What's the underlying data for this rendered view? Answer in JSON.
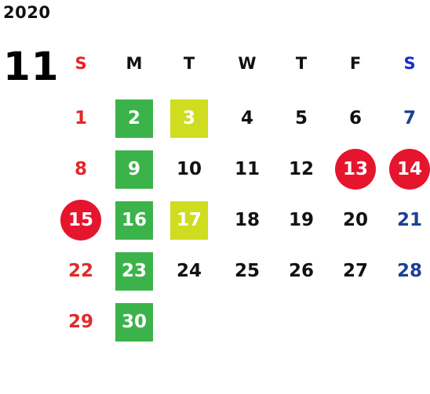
{
  "year": "2020",
  "month": "11",
  "weekdays": [
    {
      "label": "S",
      "color": "#e8202a"
    },
    {
      "label": "M",
      "color": "#111111"
    },
    {
      "label": "T",
      "color": "#111111"
    },
    {
      "label": "W",
      "color": "#111111"
    },
    {
      "label": "T",
      "color": "#111111"
    },
    {
      "label": "F",
      "color": "#111111"
    },
    {
      "label": "S",
      "color": "#1530c8"
    }
  ],
  "colors": {
    "sunday": "#e02a2a",
    "saturday": "#1d3f94",
    "weekday": "#111111",
    "green": "#3cb34a",
    "yellow": "#cfdc1f",
    "red": "#e5152e",
    "on_mark": "#ffffff"
  },
  "days": [
    {
      "day": "1",
      "mark": "none"
    },
    {
      "day": "2",
      "mark": "green"
    },
    {
      "day": "3",
      "mark": "yellow"
    },
    {
      "day": "4",
      "mark": "none"
    },
    {
      "day": "5",
      "mark": "none"
    },
    {
      "day": "6",
      "mark": "none"
    },
    {
      "day": "7",
      "mark": "none"
    },
    {
      "day": "8",
      "mark": "none"
    },
    {
      "day": "9",
      "mark": "green"
    },
    {
      "day": "10",
      "mark": "none"
    },
    {
      "day": "11",
      "mark": "none"
    },
    {
      "day": "12",
      "mark": "none"
    },
    {
      "day": "13",
      "mark": "red"
    },
    {
      "day": "14",
      "mark": "red"
    },
    {
      "day": "15",
      "mark": "red"
    },
    {
      "day": "16",
      "mark": "green"
    },
    {
      "day": "17",
      "mark": "yellow"
    },
    {
      "day": "18",
      "mark": "none"
    },
    {
      "day": "19",
      "mark": "none"
    },
    {
      "day": "20",
      "mark": "none"
    },
    {
      "day": "21",
      "mark": "none"
    },
    {
      "day": "22",
      "mark": "none"
    },
    {
      "day": "23",
      "mark": "green"
    },
    {
      "day": "24",
      "mark": "none"
    },
    {
      "day": "25",
      "mark": "none"
    },
    {
      "day": "26",
      "mark": "none"
    },
    {
      "day": "27",
      "mark": "none"
    },
    {
      "day": "28",
      "mark": "none"
    },
    {
      "day": "29",
      "mark": "none"
    },
    {
      "day": "30",
      "mark": "green"
    }
  ]
}
